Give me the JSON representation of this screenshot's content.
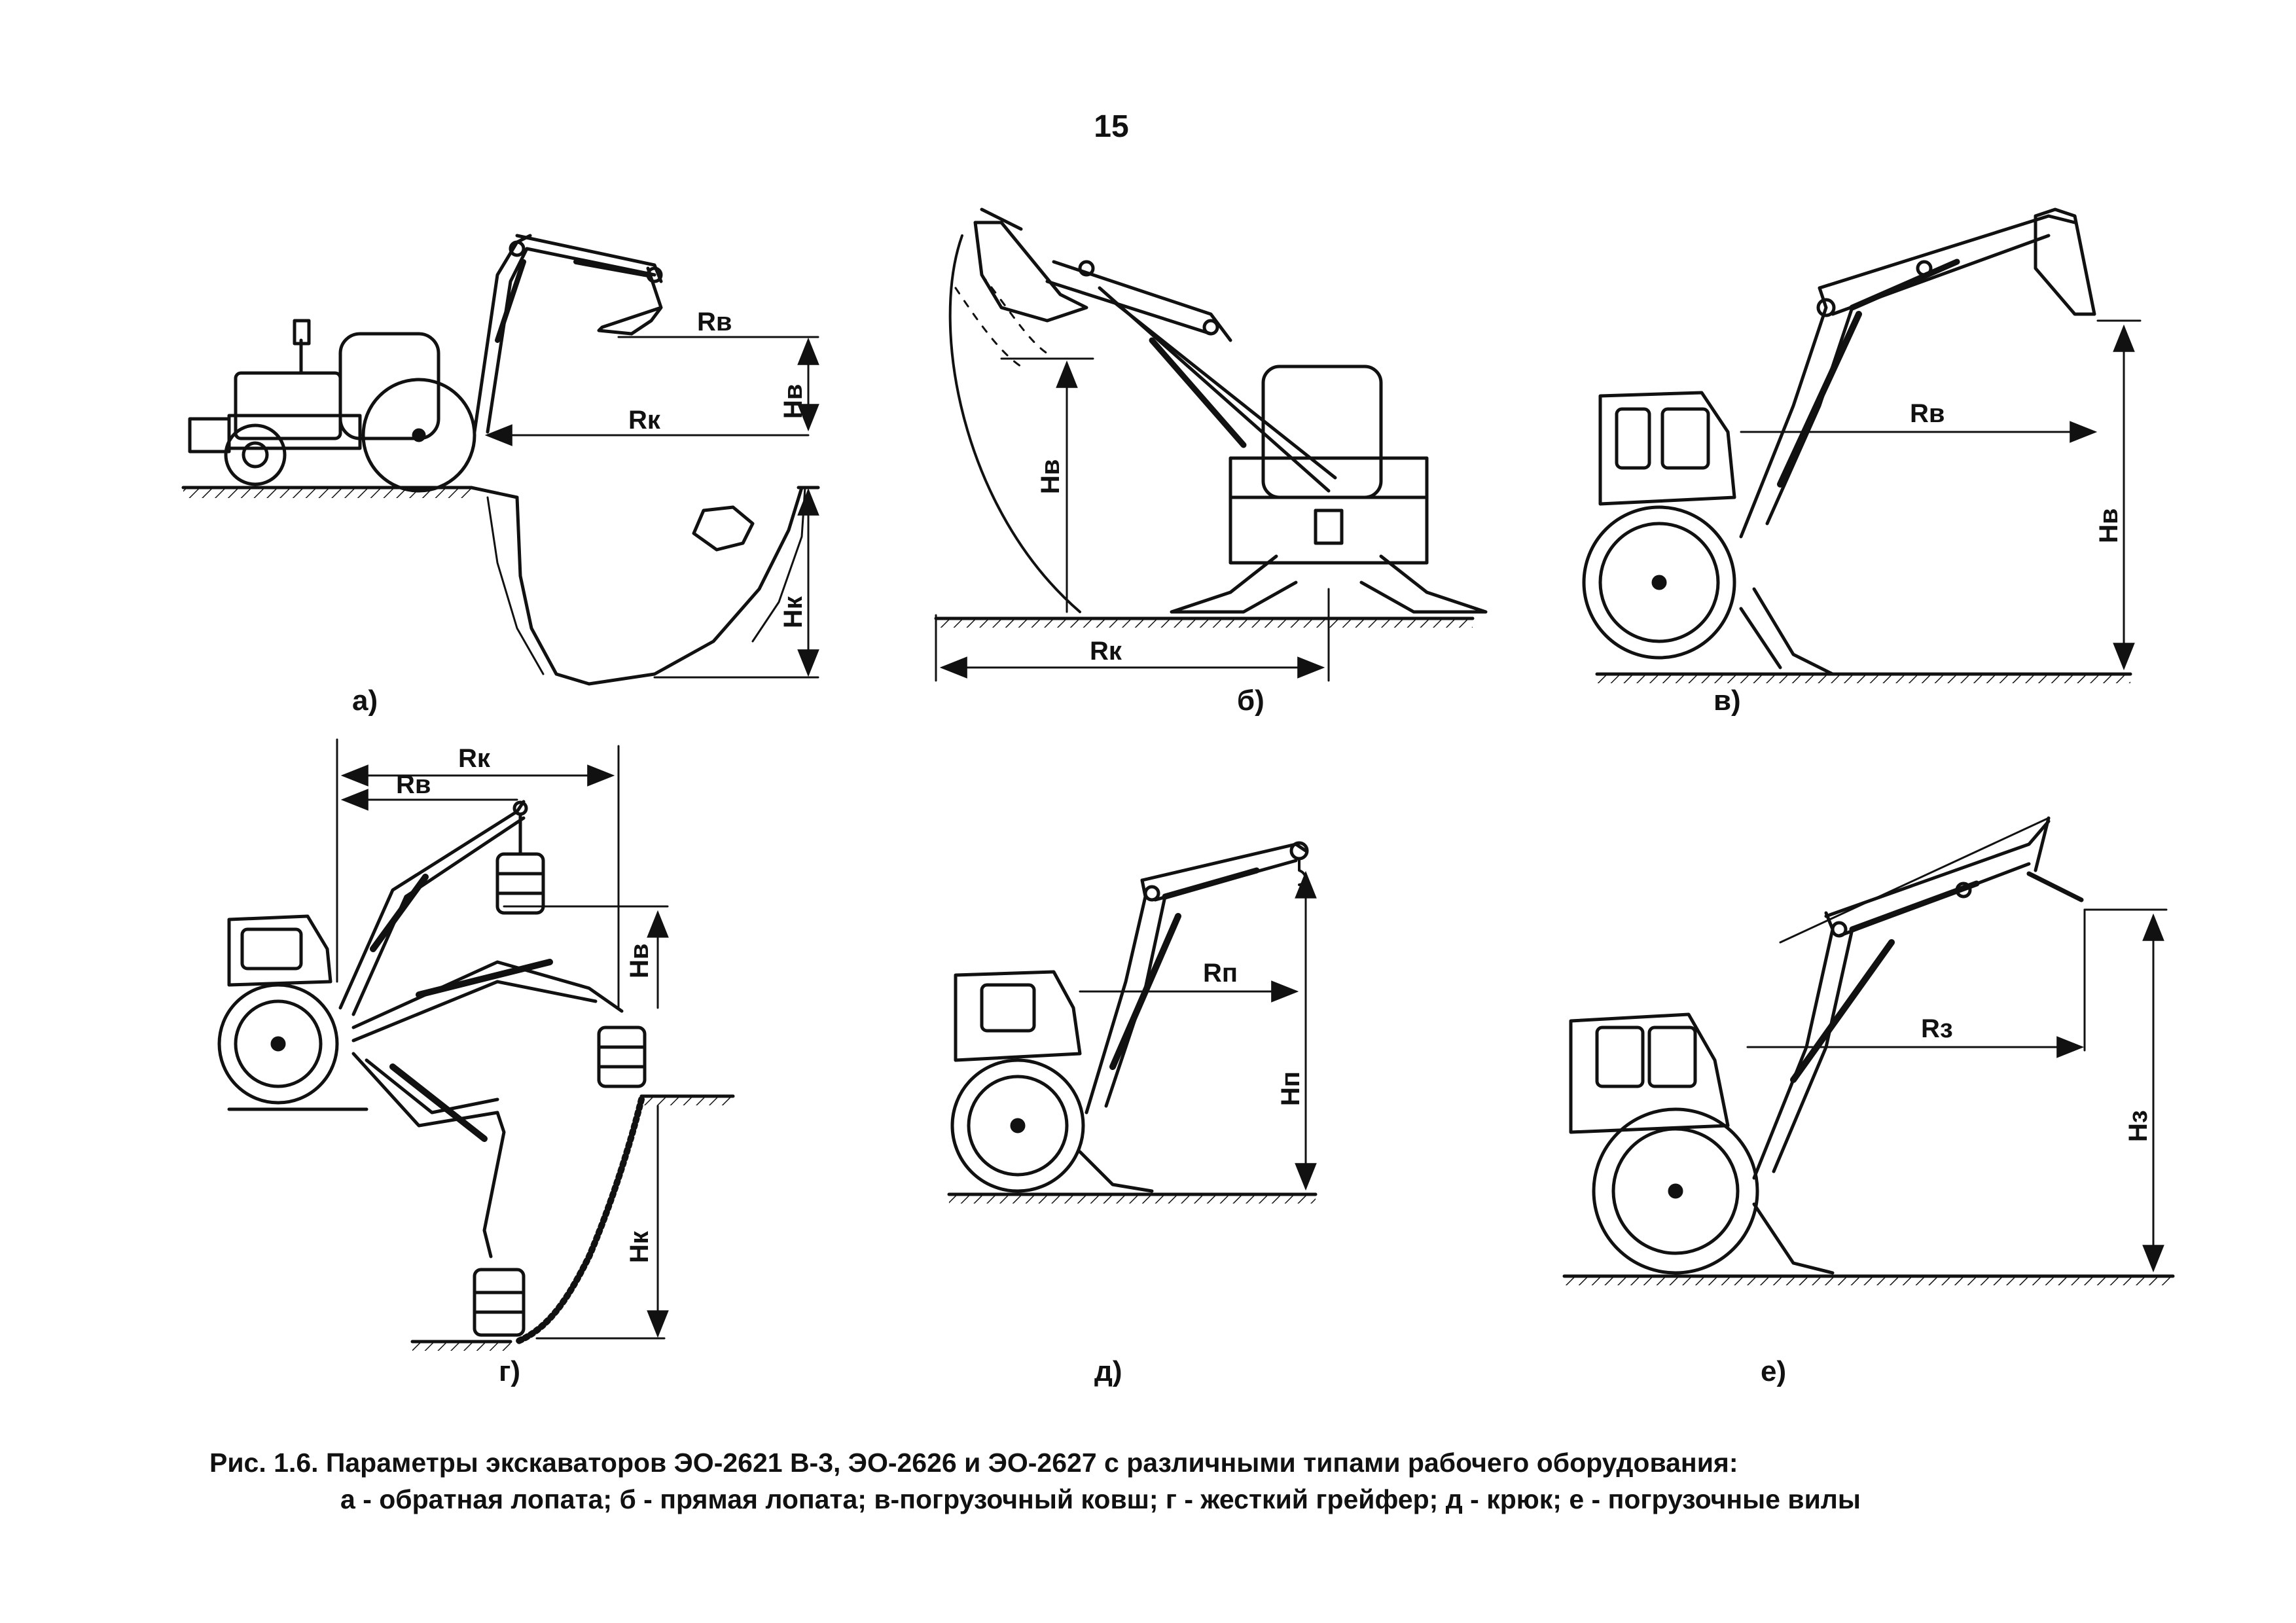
{
  "page_number": "15",
  "panels": {
    "a": {
      "letter": "а)",
      "labels": {
        "rv": "Rв",
        "hv": "Hв",
        "rk": "Rк",
        "hk": "Hк"
      }
    },
    "b": {
      "letter": "б)",
      "labels": {
        "hv": "Hв",
        "rk": "Rк"
      }
    },
    "v": {
      "letter": "в)",
      "labels": {
        "rv": "Rв",
        "hv": "Hв"
      }
    },
    "g": {
      "letter": "г)",
      "labels": {
        "rk": "Rк",
        "rv": "Rв",
        "hv": "Hв",
        "hk": "Hк"
      }
    },
    "d": {
      "letter": "д)",
      "labels": {
        "rp": "Rп",
        "hp": "Hп"
      }
    },
    "e": {
      "letter": "е)",
      "labels": {
        "rz": "Rз",
        "hz": "Hз"
      }
    }
  },
  "caption": {
    "line1": "Рис. 1.6. Параметры экскаваторов ЭО-2621 В-3, ЭО-2626 и ЭО-2627 с различными типами рабочего оборудования:",
    "line2": "а - обратная лопата; б - прямая лопата; в-погрузочный ковш; г - жесткий грейфер; д - крюк; е - погрузочные вилы"
  },
  "colors": {
    "ink": "#111111",
    "paper": "#ffffff"
  }
}
